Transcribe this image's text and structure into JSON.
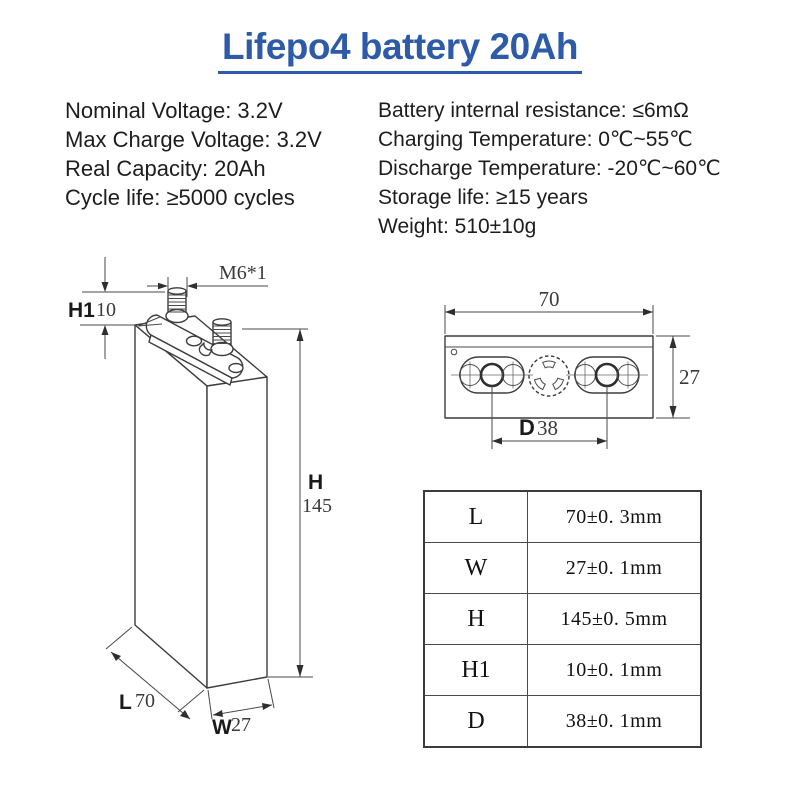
{
  "title": "Lifepo4 battery 20Ah",
  "specs": {
    "left": [
      "Nominal Voltage: 3.2V",
      "Max Charge Voltage: 3.2V",
      "Real Capacity: 20Ah",
      "Cycle life: ≥5000 cycles"
    ],
    "right": [
      "Battery internal resistance: ≤6mΩ",
      "Charging Temperature: 0℃~55℃",
      "Discharge Temperature: -20℃~60℃",
      "Storage life: ≥15 years",
      "Weight: 510±10g"
    ]
  },
  "drawing": {
    "side_view": {
      "h1_label": "H1",
      "h1_value": "10",
      "thread_label": "M6*1",
      "h_label": "H",
      "h_value": "145",
      "l_label": "L",
      "l_value": "70",
      "w_label": "W",
      "w_value": "27"
    },
    "top_view": {
      "width_value": "70",
      "depth_value": "27",
      "d_label": "D",
      "d_value": "38"
    }
  },
  "dimensions_table": {
    "rows": [
      {
        "label": "L",
        "value": "70±0. 3mm"
      },
      {
        "label": "W",
        "value": "27±0. 1mm"
      },
      {
        "label": "H",
        "value": "145±0. 5mm"
      },
      {
        "label": "H1",
        "value": "10±0. 1mm"
      },
      {
        "label": "D",
        "value": "38±0. 1mm"
      }
    ]
  },
  "colors": {
    "title_blue": "#2d5ba7",
    "line_dark": "#3d3d3d",
    "text_dark": "#1d1d1d"
  }
}
